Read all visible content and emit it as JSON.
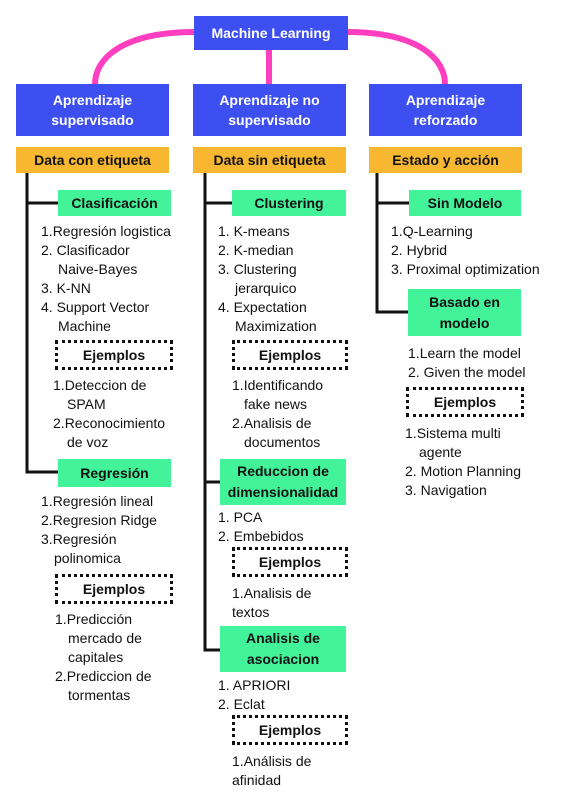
{
  "root": "Machine Learning",
  "colors": {
    "blue": "#3d4ff0",
    "orange": "#f7b731",
    "green": "#43f39a",
    "connector": "#ff3fbf"
  },
  "branches": {
    "supervised": {
      "title_lines": [
        "Aprendizaje",
        "supervisado"
      ],
      "subtitle": "Data con etiqueta",
      "classification": {
        "title": "Clasificación",
        "items": [
          {
            "num": "1.",
            "lines": [
              "Regresión logistica"
            ]
          },
          {
            "num": "2. ",
            "lines": [
              "Clasificador",
              "Naive-Bayes"
            ]
          },
          {
            "num": "3. ",
            "lines": [
              "K-NN"
            ]
          },
          {
            "num": "4. ",
            "lines": [
              "Support Vector",
              "Machine"
            ]
          }
        ],
        "examples_label": "Ejemplos",
        "examples": [
          {
            "num": "1.",
            "lines": [
              "Deteccion de",
              "SPAM"
            ]
          },
          {
            "num": "2.",
            "lines": [
              "Reconocimiento",
              "de voz"
            ]
          }
        ]
      },
      "regression": {
        "title": "Regresión",
        "items": [
          {
            "num": "1.",
            "lines": [
              "Regresión lineal"
            ]
          },
          {
            "num": "2.",
            "lines": [
              "Regresion Ridge"
            ]
          },
          {
            "num": "3.",
            "lines": [
              "Regresión",
              "polinomica"
            ]
          }
        ],
        "examples_label": "Ejemplos",
        "examples": [
          {
            "num": "1.",
            "lines": [
              "Predicción",
              "mercado de",
              "capitales"
            ]
          },
          {
            "num": "2.",
            "lines": [
              "Prediccion de",
              "tormentas"
            ]
          }
        ]
      }
    },
    "unsupervised": {
      "title_lines": [
        "Aprendizaje no",
        "supervisado"
      ],
      "subtitle": "Data sin etiqueta",
      "clustering": {
        "title": "Clustering",
        "items": [
          {
            "num": "1. ",
            "lines": [
              "K-means"
            ]
          },
          {
            "num": "2. ",
            "lines": [
              "K-median"
            ]
          },
          {
            "num": "3. ",
            "lines": [
              "Clustering",
              "jerarquico"
            ]
          },
          {
            "num": "4. ",
            "lines": [
              "Expectation",
              "Maximization"
            ]
          }
        ],
        "examples_label": "Ejemplos",
        "examples": [
          {
            "num": "1.",
            "lines": [
              "Identificando",
              "fake news"
            ]
          },
          {
            "num": "2.",
            "lines": [
              "Analisis de",
              "documentos"
            ]
          }
        ]
      },
      "dimensionality": {
        "title_lines": [
          "Reduccion de",
          "dimensionalidad"
        ],
        "items": [
          {
            "num": "1. ",
            "lines": [
              "PCA"
            ]
          },
          {
            "num": "2. ",
            "lines": [
              "Embebidos"
            ]
          }
        ],
        "examples_label": "Ejemplos",
        "examples": [
          {
            "num": "1.",
            "lines": [
              "Analisis de",
              "textos"
            ]
          }
        ]
      },
      "association": {
        "title_lines": [
          "Analisis de",
          "asociacion"
        ],
        "items": [
          {
            "num": "1. ",
            "lines": [
              "APRIORI"
            ]
          },
          {
            "num": "2. ",
            "lines": [
              "Eclat"
            ]
          }
        ],
        "examples_label": "Ejemplos",
        "examples": [
          {
            "num": "1.",
            "lines": [
              "Análisis de",
              "afinidad"
            ]
          }
        ]
      }
    },
    "reinforcement": {
      "title_lines": [
        "Aprendizaje",
        "reforzado"
      ],
      "subtitle": "Estado y acción",
      "model_free": {
        "title": "Sin Modelo",
        "items": [
          {
            "num": "1.",
            "lines": [
              "Q-Learning"
            ]
          },
          {
            "num": "2. ",
            "lines": [
              "Hybrid"
            ]
          },
          {
            "num": "3. ",
            "lines": [
              "Proximal optimization"
            ]
          }
        ]
      },
      "model_based": {
        "title_lines": [
          "Basado en",
          "modelo"
        ],
        "items": [
          {
            "num": "1.",
            "lines": [
              "Learn the model"
            ]
          },
          {
            "num": "2. ",
            "lines": [
              "Given the model"
            ]
          }
        ],
        "examples_label": "Ejemplos",
        "examples": [
          {
            "num": "1.",
            "lines": [
              "Sistema multi",
              "agente"
            ]
          },
          {
            "num": "2. ",
            "lines": [
              "Motion Planning"
            ]
          },
          {
            "num": "3. ",
            "lines": [
              "Navigation"
            ]
          }
        ]
      }
    }
  }
}
